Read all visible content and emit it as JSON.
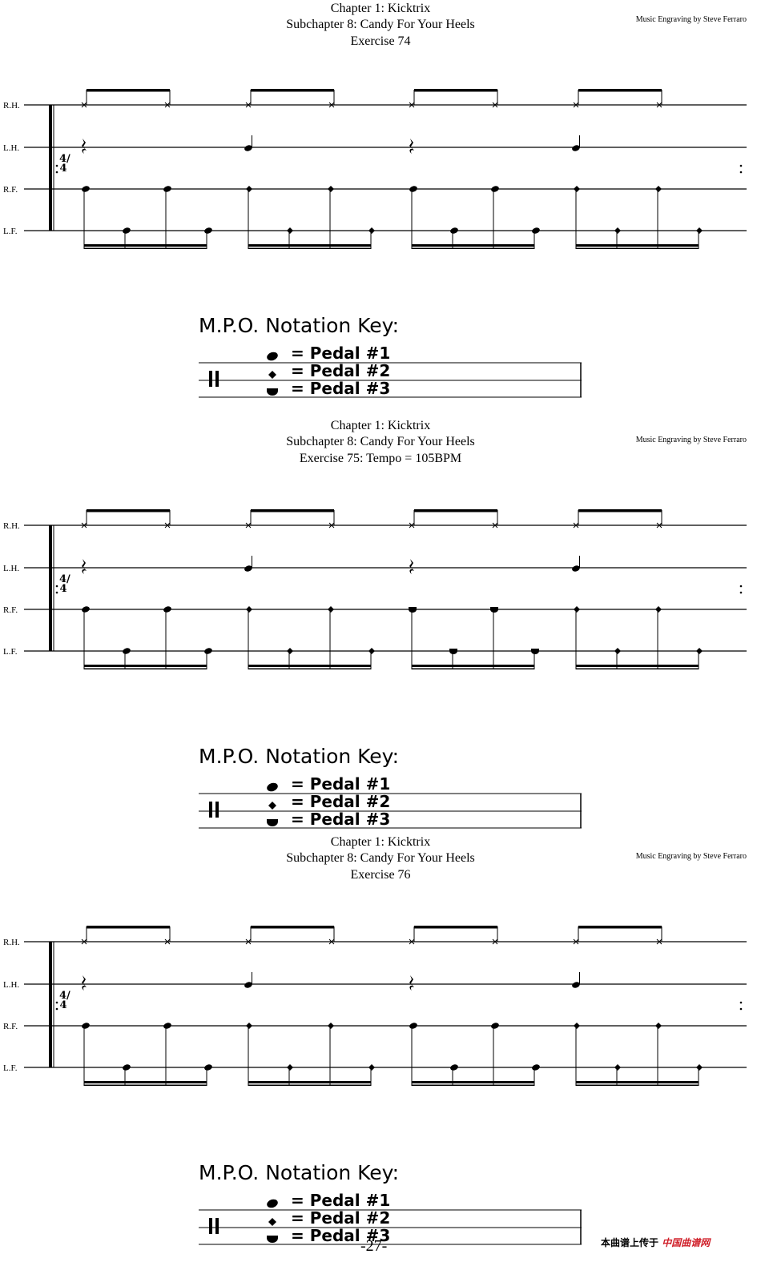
{
  "systems": [
    {
      "chapter": "Chapter 1: Kicktrix",
      "subchapter": "Subchapter 8: Candy For Your Heels",
      "exercise": "Exercise 74",
      "credit": "Music Engraving by Steve Ferraro",
      "pedal_heads": [
        1,
        2,
        1,
        2
      ]
    },
    {
      "chapter": "Chapter 1: Kicktrix",
      "subchapter": "Subchapter 8: Candy For Your Heels",
      "exercise": "Exercise 75: Tempo = 105BPM",
      "credit": "Music Engraving by Steve Ferraro",
      "pedal_heads": [
        1,
        2,
        3,
        2
      ]
    },
    {
      "chapter": "Chapter 1: Kicktrix",
      "subchapter": "Subchapter 8: Candy For Your Heels",
      "exercise": "Exercise 76",
      "credit": "Music Engraving by Steve Ferraro",
      "pedal_heads": [
        1,
        2,
        1,
        2
      ]
    }
  ],
  "staff_labels": [
    "R.H.",
    "L.H.",
    "R.F.",
    "L.F."
  ],
  "time_signature": "4/4",
  "key": {
    "title": "M.P.O. Notation Key:",
    "items": [
      "= Pedal #1",
      "= Pedal #2",
      "= Pedal #3"
    ]
  },
  "page_number": "-27-",
  "watermark": {
    "text": "本曲谱上传于",
    "brand": "中国曲谱网"
  }
}
